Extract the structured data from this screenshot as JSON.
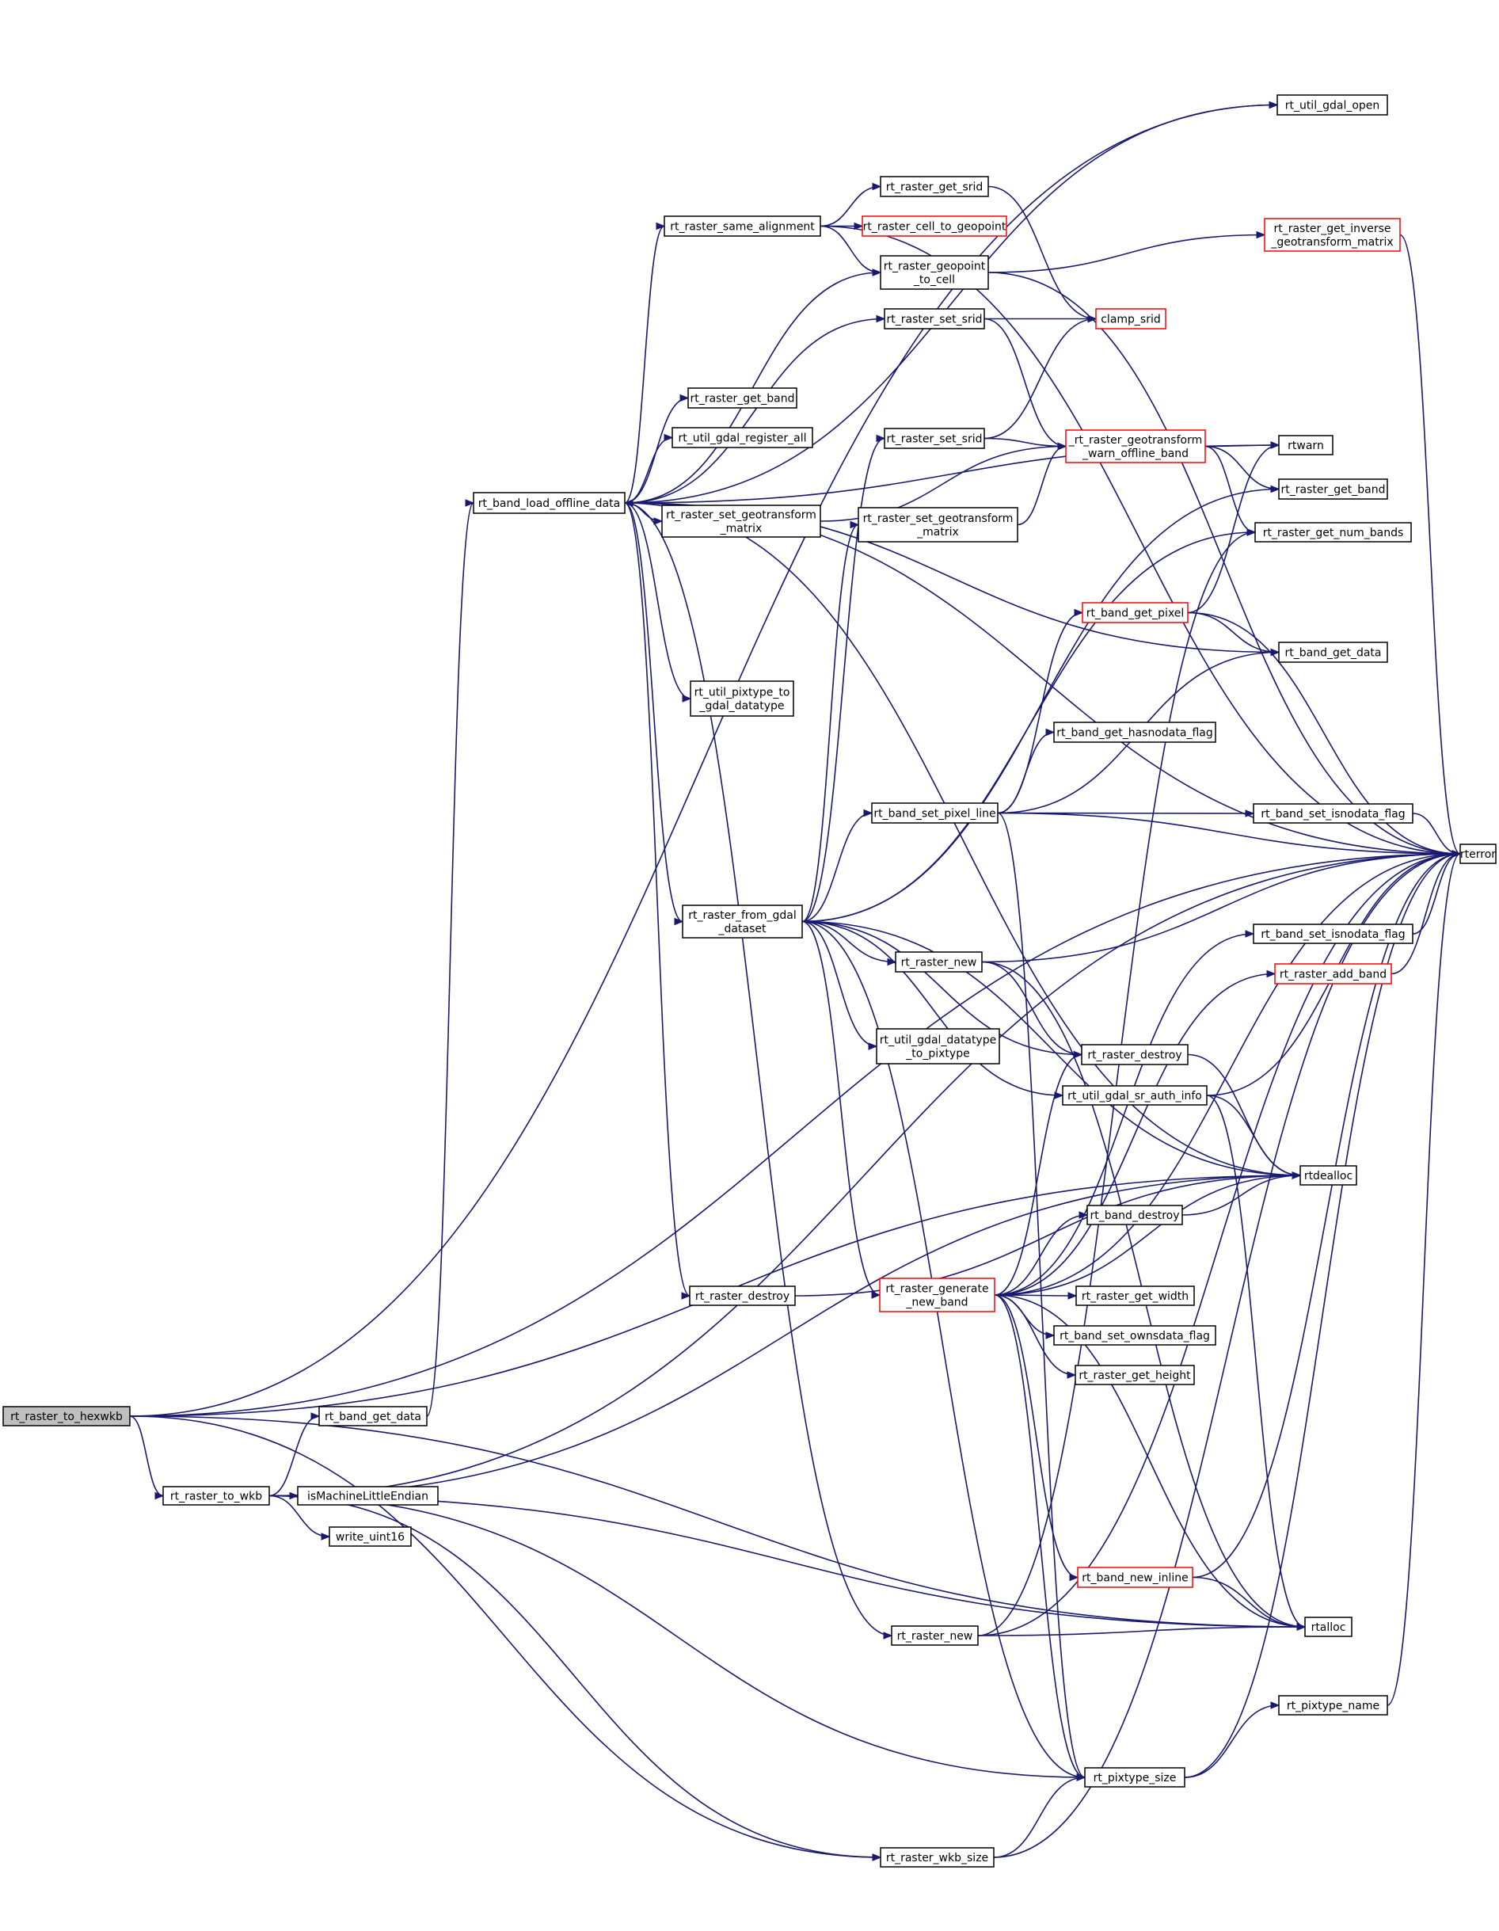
{
  "diagram": {
    "type": "call-graph",
    "edge_color": "#191970",
    "root_fill": "#bfbfbf",
    "highlight_border": "#ff0000",
    "nodes": [
      {
        "id": "hexwkb",
        "lines": [
          "rt_raster_to_hexwkb"
        ],
        "root": true
      },
      {
        "id": "to_wkb",
        "lines": [
          "rt_raster_to_wkb"
        ]
      },
      {
        "id": "band_get_data_l",
        "lines": [
          "rt_band_get_data"
        ]
      },
      {
        "id": "isle",
        "lines": [
          "isMachineLittleEndian"
        ]
      },
      {
        "id": "wu16",
        "lines": [
          "write_uint16"
        ]
      },
      {
        "id": "load",
        "lines": [
          "rt_band_load_offline_data"
        ]
      },
      {
        "id": "same_align",
        "lines": [
          "rt_raster_same_alignment"
        ]
      },
      {
        "id": "get_band_m",
        "lines": [
          "rt_raster_get_band"
        ]
      },
      {
        "id": "reg_all",
        "lines": [
          "rt_util_gdal_register_all"
        ]
      },
      {
        "id": "set_gt_m",
        "lines": [
          "rt_raster_set_geotransform",
          "_matrix"
        ]
      },
      {
        "id": "pt2gdal",
        "lines": [
          "rt_util_pixtype_to",
          "_gdal_datatype"
        ]
      },
      {
        "id": "from_gdal",
        "lines": [
          "rt_raster_from_gdal",
          "_dataset"
        ]
      },
      {
        "id": "destroy_m",
        "lines": [
          "rt_raster_destroy"
        ]
      },
      {
        "id": "get_srid",
        "lines": [
          "rt_raster_get_srid"
        ]
      },
      {
        "id": "cell2geo",
        "lines": [
          "rt_raster_cell_to_geopoint"
        ],
        "red": true
      },
      {
        "id": "geo2cell",
        "lines": [
          "rt_raster_geopoint",
          "_to_cell"
        ]
      },
      {
        "id": "set_srid_a",
        "lines": [
          "rt_raster_set_srid"
        ]
      },
      {
        "id": "set_srid_b",
        "lines": [
          "rt_raster_set_srid"
        ]
      },
      {
        "id": "set_gt_r",
        "lines": [
          "rt_raster_set_geotransform",
          "_matrix"
        ]
      },
      {
        "id": "band_set_pl",
        "lines": [
          "rt_band_set_pixel_line"
        ]
      },
      {
        "id": "raster_new_a",
        "lines": [
          "rt_raster_new"
        ]
      },
      {
        "id": "gdal2pt",
        "lines": [
          "rt_util_gdal_datatype",
          "_to_pixtype"
        ]
      },
      {
        "id": "gen_band",
        "lines": [
          "rt_raster_generate",
          "_new_band"
        ],
        "red": true
      },
      {
        "id": "raster_new_b",
        "lines": [
          "rt_raster_new"
        ]
      },
      {
        "id": "wkb_size",
        "lines": [
          "rt_raster_wkb_size"
        ]
      },
      {
        "id": "util_open",
        "lines": [
          "rt_util_gdal_open"
        ]
      },
      {
        "id": "inv_gt",
        "lines": [
          "rt_raster_get_inverse",
          "_geotransform_matrix"
        ],
        "red": true
      },
      {
        "id": "clamp",
        "lines": [
          "clamp_srid"
        ],
        "red": true
      },
      {
        "id": "warn_off",
        "lines": [
          "_rt_raster_geotransform",
          "_warn_offline_band"
        ],
        "red": true
      },
      {
        "id": "band_get_px",
        "lines": [
          "rt_band_get_pixel"
        ],
        "red": true
      },
      {
        "id": "hasnodata",
        "lines": [
          "rt_band_get_hasnodata_flag"
        ]
      },
      {
        "id": "destroy_r",
        "lines": [
          "rt_raster_destroy"
        ]
      },
      {
        "id": "sr_auth",
        "lines": [
          "rt_util_gdal_sr_auth_info"
        ]
      },
      {
        "id": "band_destroy",
        "lines": [
          "rt_band_destroy"
        ]
      },
      {
        "id": "get_width",
        "lines": [
          "rt_raster_get_width"
        ]
      },
      {
        "id": "set_owns",
        "lines": [
          "rt_band_set_ownsdata_flag"
        ]
      },
      {
        "id": "get_height",
        "lines": [
          "rt_raster_get_height"
        ]
      },
      {
        "id": "new_inline",
        "lines": [
          "rt_band_new_inline"
        ],
        "red": true
      },
      {
        "id": "pix_size",
        "lines": [
          "rt_pixtype_size"
        ]
      },
      {
        "id": "rtwarn",
        "lines": [
          "rtwarn"
        ]
      },
      {
        "id": "get_band_r",
        "lines": [
          "rt_raster_get_band"
        ]
      },
      {
        "id": "num_bands",
        "lines": [
          "rt_raster_get_num_bands"
        ]
      },
      {
        "id": "band_get_data_r",
        "lines": [
          "rt_band_get_data"
        ]
      },
      {
        "id": "isnodata_a",
        "lines": [
          "rt_band_set_isnodata_flag"
        ]
      },
      {
        "id": "isnodata_b",
        "lines": [
          "rt_band_set_isnodata_flag"
        ]
      },
      {
        "id": "add_band",
        "lines": [
          "rt_raster_add_band"
        ],
        "red": true
      },
      {
        "id": "pix_name",
        "lines": [
          "rt_pixtype_name"
        ]
      },
      {
        "id": "rtdealloc",
        "lines": [
          "rtdealloc"
        ]
      },
      {
        "id": "rtalloc",
        "lines": [
          "rtalloc"
        ]
      },
      {
        "id": "rterror",
        "lines": [
          "rterror"
        ]
      }
    ],
    "edges": [
      [
        "hexwkb",
        "to_wkb"
      ],
      [
        "hexwkb",
        "util_open"
      ],
      [
        "hexwkb",
        "rterror"
      ],
      [
        "hexwkb",
        "rtdealloc"
      ],
      [
        "hexwkb",
        "rtalloc"
      ],
      [
        "hexwkb",
        "wkb_size"
      ],
      [
        "to_wkb",
        "band_get_data_l"
      ],
      [
        "to_wkb",
        "isle"
      ],
      [
        "to_wkb",
        "wu16"
      ],
      [
        "to_wkb",
        "rterror"
      ],
      [
        "to_wkb",
        "rtdealloc"
      ],
      [
        "to_wkb",
        "rtalloc"
      ],
      [
        "to_wkb",
        "pix_size"
      ],
      [
        "to_wkb",
        "wkb_size"
      ],
      [
        "band_get_data_l",
        "load"
      ],
      [
        "load",
        "same_align"
      ],
      [
        "load",
        "get_band_m"
      ],
      [
        "load",
        "reg_all"
      ],
      [
        "load",
        "set_gt_m"
      ],
      [
        "load",
        "pt2gdal"
      ],
      [
        "load",
        "from_gdal"
      ],
      [
        "load",
        "destroy_m"
      ],
      [
        "load",
        "raster_new_b"
      ],
      [
        "load",
        "geo2cell"
      ],
      [
        "load",
        "set_srid_a"
      ],
      [
        "load",
        "rtwarn"
      ],
      [
        "load",
        "rterror"
      ],
      [
        "load",
        "rtdealloc"
      ],
      [
        "load",
        "util_open"
      ],
      [
        "band_get_data_r",
        "load"
      ],
      [
        "same_align",
        "get_srid"
      ],
      [
        "same_align",
        "cell2geo"
      ],
      [
        "same_align",
        "geo2cell"
      ],
      [
        "same_align",
        "rterror"
      ],
      [
        "get_srid",
        "clamp"
      ],
      [
        "geo2cell",
        "inv_gt"
      ],
      [
        "geo2cell",
        "rterror"
      ],
      [
        "inv_gt",
        "rterror"
      ],
      [
        "set_srid_a",
        "clamp"
      ],
      [
        "set_srid_a",
        "warn_off"
      ],
      [
        "set_srid_b",
        "clamp"
      ],
      [
        "set_srid_b",
        "warn_off"
      ],
      [
        "set_gt_m",
        "warn_off"
      ],
      [
        "set_gt_r",
        "warn_off"
      ],
      [
        "warn_off",
        "rtwarn"
      ],
      [
        "warn_off",
        "get_band_r"
      ],
      [
        "warn_off",
        "num_bands"
      ],
      [
        "band_get_px",
        "rtwarn"
      ],
      [
        "band_get_px",
        "band_get_data_r"
      ],
      [
        "band_get_px",
        "rterror"
      ],
      [
        "from_gdal",
        "set_srid_b"
      ],
      [
        "from_gdal",
        "set_gt_r"
      ],
      [
        "from_gdal",
        "get_band_r"
      ],
      [
        "from_gdal",
        "num_bands"
      ],
      [
        "from_gdal",
        "band_set_pl"
      ],
      [
        "from_gdal",
        "raster_new_a"
      ],
      [
        "from_gdal",
        "gdal2pt"
      ],
      [
        "from_gdal",
        "destroy_r"
      ],
      [
        "from_gdal",
        "sr_auth"
      ],
      [
        "from_gdal",
        "rtdealloc"
      ],
      [
        "from_gdal",
        "gen_band"
      ],
      [
        "from_gdal",
        "pix_size"
      ],
      [
        "band_set_pl",
        "band_get_px"
      ],
      [
        "band_set_pl",
        "band_get_data_r"
      ],
      [
        "band_set_pl",
        "hasnodata"
      ],
      [
        "band_set_pl",
        "isnodata_a"
      ],
      [
        "band_set_pl",
        "rterror"
      ],
      [
        "band_set_pl",
        "pix_size"
      ],
      [
        "raster_new_a",
        "rterror"
      ],
      [
        "raster_new_a",
        "destroy_r"
      ],
      [
        "raster_new_a",
        "rtalloc"
      ],
      [
        "raster_new_b",
        "num_bands"
      ],
      [
        "raster_new_b",
        "rtalloc"
      ],
      [
        "raster_new_b",
        "rterror"
      ],
      [
        "isnodata_a",
        "rterror"
      ],
      [
        "isnodata_b",
        "rterror"
      ],
      [
        "add_band",
        "rterror"
      ],
      [
        "destroy_r",
        "rtdealloc"
      ],
      [
        "sr_auth",
        "rterror"
      ],
      [
        "sr_auth",
        "rtdealloc"
      ],
      [
        "sr_auth",
        "rtalloc"
      ],
      [
        "destroy_m",
        "rtdealloc"
      ],
      [
        "band_destroy",
        "rtdealloc"
      ],
      [
        "gen_band",
        "isnodata_b"
      ],
      [
        "gen_band",
        "add_band"
      ],
      [
        "gen_band",
        "destroy_r"
      ],
      [
        "gen_band",
        "rtdealloc"
      ],
      [
        "gen_band",
        "band_destroy"
      ],
      [
        "gen_band",
        "get_width"
      ],
      [
        "gen_band",
        "set_owns"
      ],
      [
        "gen_band",
        "get_height"
      ],
      [
        "gen_band",
        "new_inline"
      ],
      [
        "gen_band",
        "rtalloc"
      ],
      [
        "gen_band",
        "pix_size"
      ],
      [
        "gen_band",
        "rterror"
      ],
      [
        "new_inline",
        "rterror"
      ],
      [
        "new_inline",
        "rtalloc"
      ],
      [
        "pix_name",
        "rterror"
      ],
      [
        "pix_size",
        "pix_name"
      ],
      [
        "pix_size",
        "rterror"
      ],
      [
        "wkb_size",
        "pix_size"
      ],
      [
        "wkb_size",
        "rterror"
      ]
    ]
  }
}
